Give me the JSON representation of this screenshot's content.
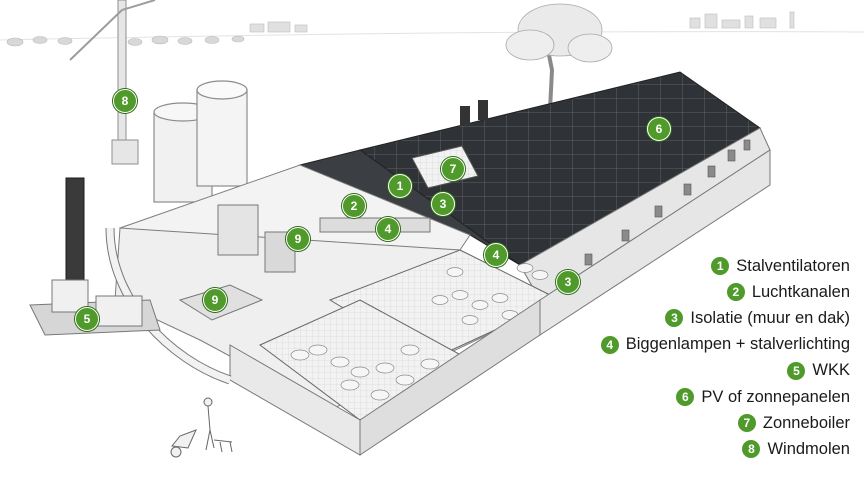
{
  "legend": [
    {
      "num": "1",
      "label": "Stalventilatoren"
    },
    {
      "num": "2",
      "label": "Luchtkanalen"
    },
    {
      "num": "3",
      "label": "Isolatie (muur en dak)"
    },
    {
      "num": "4",
      "label": "Biggenlampen + stalverlichting"
    },
    {
      "num": "5",
      "label": "WKK"
    },
    {
      "num": "6",
      "label": "PV of zonnepanelen"
    },
    {
      "num": "7",
      "label": "Zonneboiler"
    },
    {
      "num": "8",
      "label": "Windmolen"
    }
  ],
  "markers": {
    "m1": "1",
    "m2": "2",
    "m3a": "3",
    "m3b": "3",
    "m4a": "4",
    "m4b": "4",
    "m5": "5",
    "m6": "6",
    "m7": "7",
    "m8": "8",
    "m9a": "9",
    "m9b": "9"
  },
  "colors": {
    "badge": "#4f9a2a",
    "roof_panel": "#2f3236",
    "wall": "#e8e8e8",
    "shadow": "#bdbdbd"
  }
}
